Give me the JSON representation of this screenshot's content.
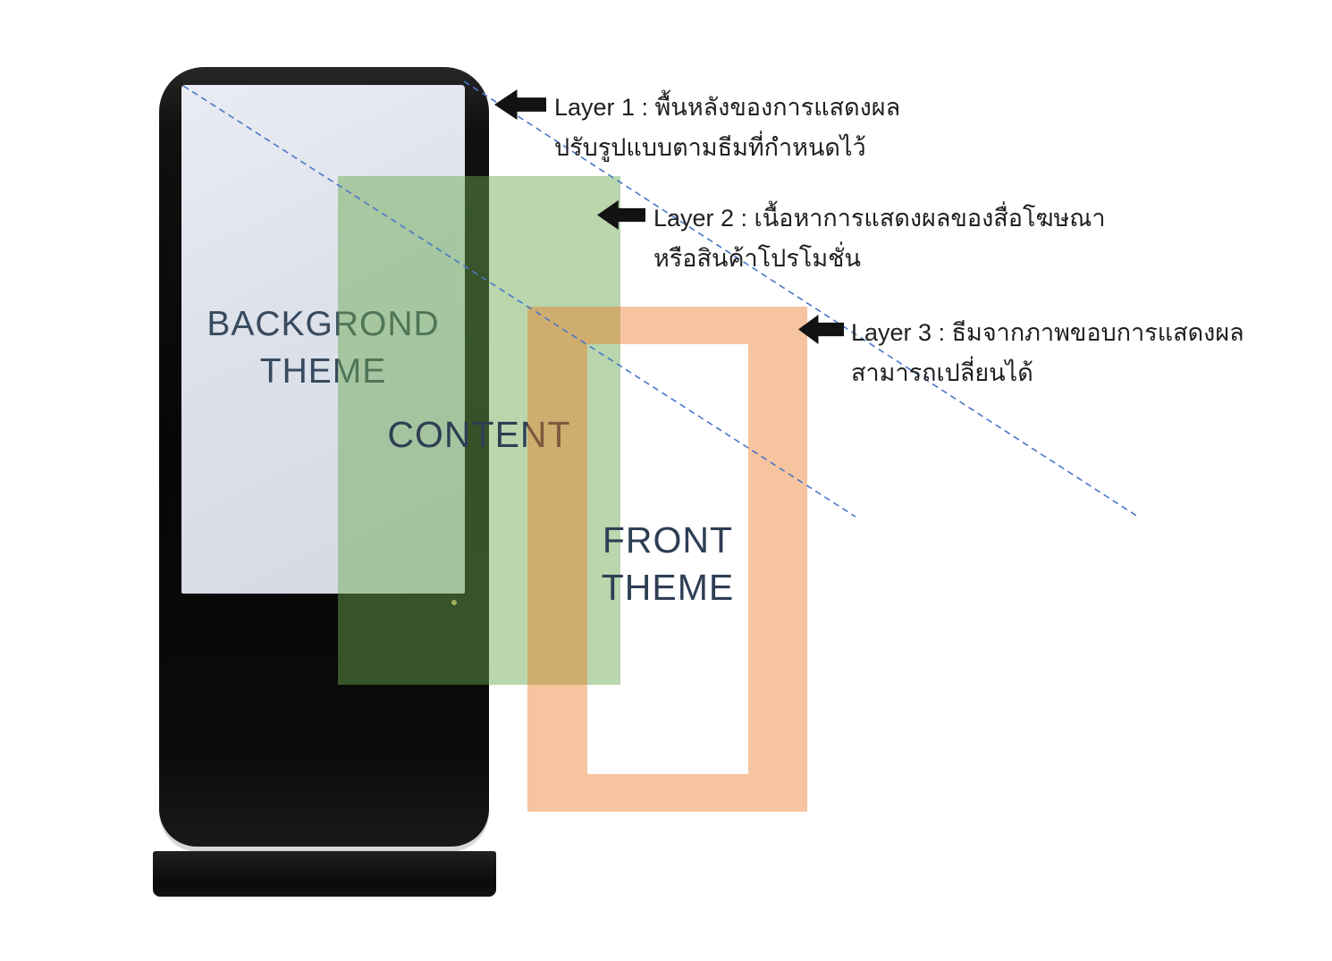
{
  "kiosk": {
    "screen_label_line1": "BACKGROND",
    "screen_label_line2": "THEME"
  },
  "layers": {
    "content_label": "CONTENT",
    "front_label_line1": "FRONT",
    "front_label_line2": "THEME"
  },
  "annotations": [
    {
      "id": "layer-1",
      "line1": "Layer 1 : พื้นหลังของการแสดงผล",
      "line2": "ปรับรูปแบบตามธีมที่กำหนดไว้"
    },
    {
      "id": "layer-2",
      "line1": "Layer 2 : เนื้อหาการแสดงผลของสื่อโฆษณา",
      "line2": "หรือสินค้าโปรโมชั่น"
    },
    {
      "id": "layer-3",
      "line1": "Layer 3 : ธีมจากภาพขอบการแสดงผล",
      "line2": "สามารถเปลี่ยนได้"
    }
  ],
  "colors": {
    "content_overlay": "#6aa84f",
    "front_frame": "#eb7823",
    "guide_line": "#4a77c9",
    "arrow": "#121212",
    "screen_text": "#384a5e",
    "theme_text": "#2e3f54",
    "note_text": "#1f1f1f",
    "screen_background": "#dce1ea",
    "kiosk_body": "#0a0a0a"
  }
}
